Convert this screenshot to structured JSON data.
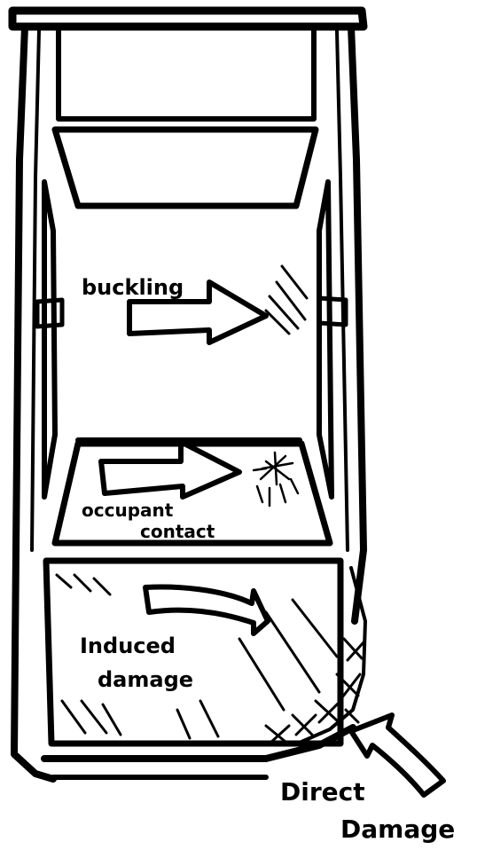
{
  "labels": {
    "buckling": "buckling",
    "occupant_line1": "occupant",
    "occupant_line2": "contact",
    "induced_line1": "Induced",
    "induced_line2": "damage",
    "direct_line1": "Direct",
    "direct_line2": "Damage"
  },
  "colors": {
    "ink": "#000000",
    "paper": "#ffffff"
  }
}
